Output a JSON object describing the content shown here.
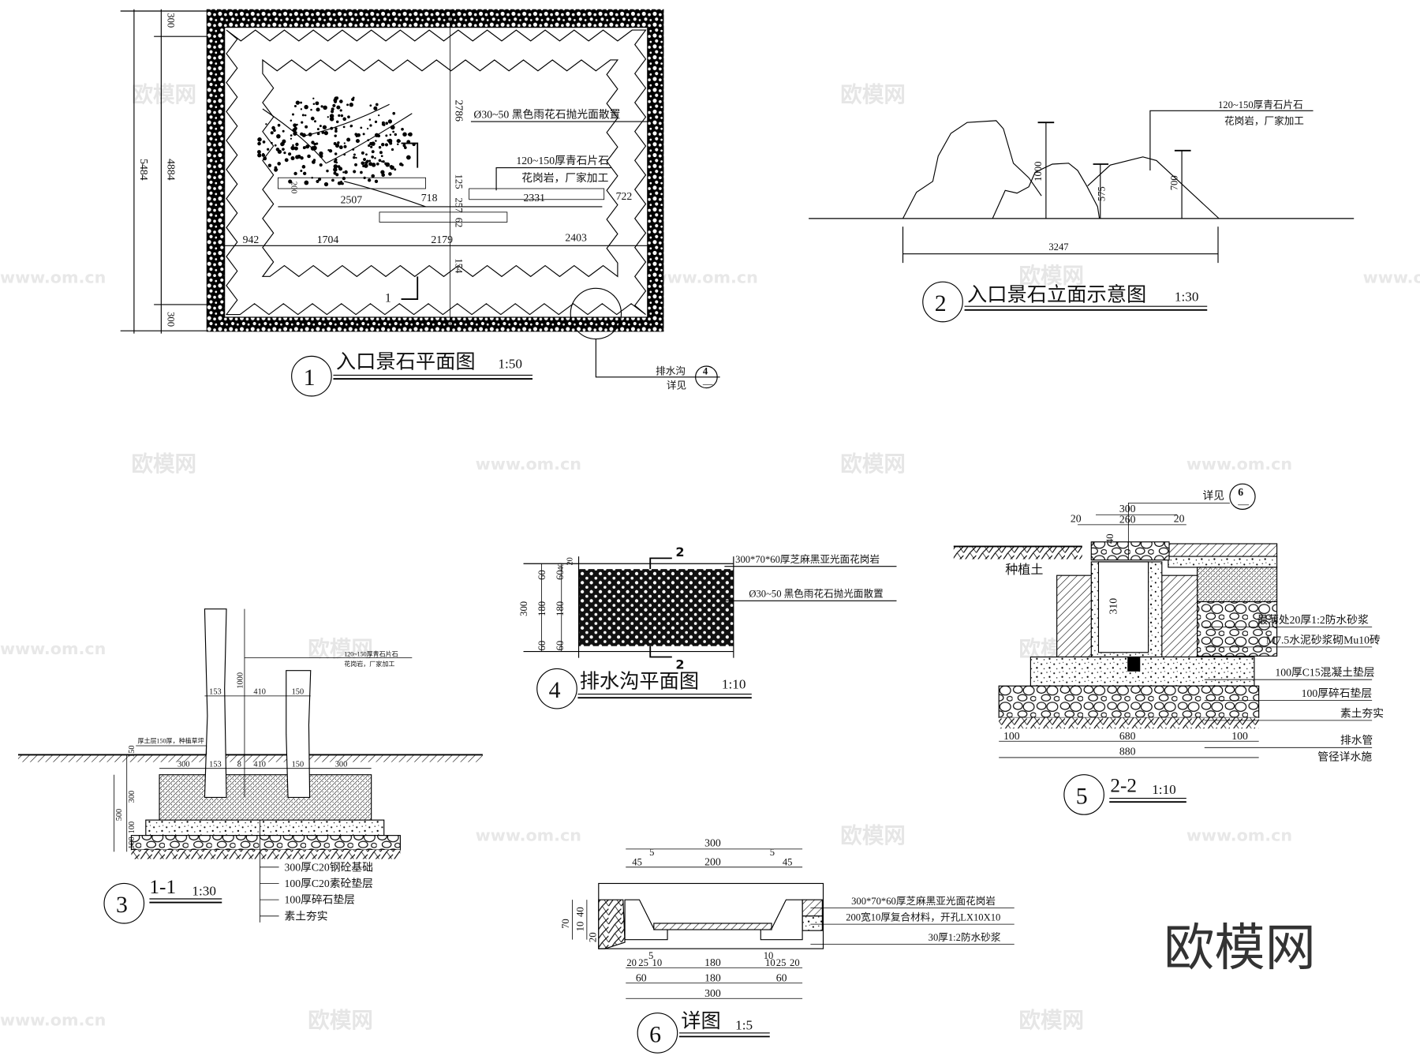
{
  "watermarks": {
    "brand": "欧模网",
    "url": "www.om.cn"
  },
  "logo": "欧模网",
  "drawing1": {
    "number": "1",
    "title": "入口景石平面图",
    "scale": "1:50",
    "note_gravel": "Ø30~50 黑色雨花石抛光面散置",
    "note_stone_1": "120~150厚青石片石",
    "note_stone_2": "花岗岩，厂家加工",
    "dims": {
      "total_h": "5484",
      "inner_h": "4884",
      "border_top": "300",
      "border_bottom": "300",
      "v_2786": "2786",
      "v_125": "125",
      "v_257": "257",
      "v_62": "62",
      "v_154": "154",
      "h_2507": "2507",
      "h_718": "718",
      "h_2331": "2331",
      "h_722": "722",
      "h_942": "942",
      "h_1704": "1704",
      "h_2179": "2179",
      "h_2403": "2403",
      "stone_w": "200"
    },
    "section_mark": "1",
    "callout_label": "排水沟",
    "callout_see": "详见",
    "callout_ref": "4",
    "callout_sub": "—"
  },
  "drawing2": {
    "number": "2",
    "title": "入口景石立面示意图",
    "scale": "1:30",
    "note_1": "120~150厚青石片石",
    "note_2": "花岗岩，厂家加工",
    "dims": {
      "h1": "1000",
      "h2": "575",
      "h3": "700",
      "width": "3247"
    }
  },
  "drawing3": {
    "number": "3",
    "title": "1-1",
    "scale": "1:30",
    "note_stone_1": "120~150厚青石片石",
    "note_stone_2": "花岗岩，厂家加工",
    "note_soil": "厚土层150厚，种植草坪",
    "layers": [
      "300厚C20钢砼基础",
      "100厚C20素砼垫层",
      "100厚碎石垫层",
      "素土夯实"
    ],
    "dims": {
      "d153": "153",
      "d410": "410",
      "d150": "150",
      "d1000": "1000",
      "d300a": "300",
      "d300b": "300",
      "v150": "150",
      "v300": "300",
      "v500": "500",
      "v100a": "100",
      "v100b": "100",
      "d8": "8"
    }
  },
  "drawing4": {
    "number": "4",
    "title": "排水沟平面图",
    "scale": "1:10",
    "note_1": "300*70*60厚芝麻黑亚光面花岗岩",
    "note_2": "Ø30~50 黑色雨花石抛光面散置",
    "section_mark": "2",
    "dims": {
      "total": "300",
      "a60": "60",
      "a180": "180",
      "b60": "60",
      "c60": "60",
      "c180": "180",
      "d60": "60",
      "e40": "40",
      "e20": "20"
    }
  },
  "drawing5": {
    "number": "5",
    "title": "2-2",
    "scale": "1:10",
    "soil_label": "种植土",
    "see_label": "详见",
    "see_ref": "6",
    "see_sub": "—",
    "notes": [
      "最薄处20厚1:2防水砂浆",
      "M7.5水泥砂浆砌Mu10砖",
      "100厚C15混凝土垫层",
      "100厚碎石垫层",
      "素土夯实",
      "排水管",
      "管径详水施"
    ],
    "dims": {
      "top300": "300",
      "l20": "20",
      "w260": "260",
      "r20": "20",
      "d40": "40",
      "h310": "310",
      "b100a": "100",
      "b680": "680",
      "b100b": "100",
      "b880": "880"
    }
  },
  "drawing6": {
    "number": "6",
    "title": "详图",
    "scale": "1:5",
    "notes": [
      "300*70*60厚芝麻黑亚光面花岗岩",
      "200宽10厚复合材料，开孔LX10X10",
      "30厚1:2防水砂浆"
    ],
    "dims": {
      "top300": "300",
      "t45a": "45",
      "t5a": "5",
      "t200": "200",
      "t5b": "5",
      "t45b": "45",
      "v70": "70",
      "v40": "40",
      "v10": "10",
      "v20": "20",
      "b5": "5",
      "b10": "10",
      "b20a": "20",
      "b25a": "25",
      "b10a": "10",
      "b180": "180",
      "b10b": "10",
      "b25b": "25",
      "b20b": "20",
      "c60a": "60",
      "c180": "180",
      "c60b": "60",
      "bot300": "300"
    }
  }
}
